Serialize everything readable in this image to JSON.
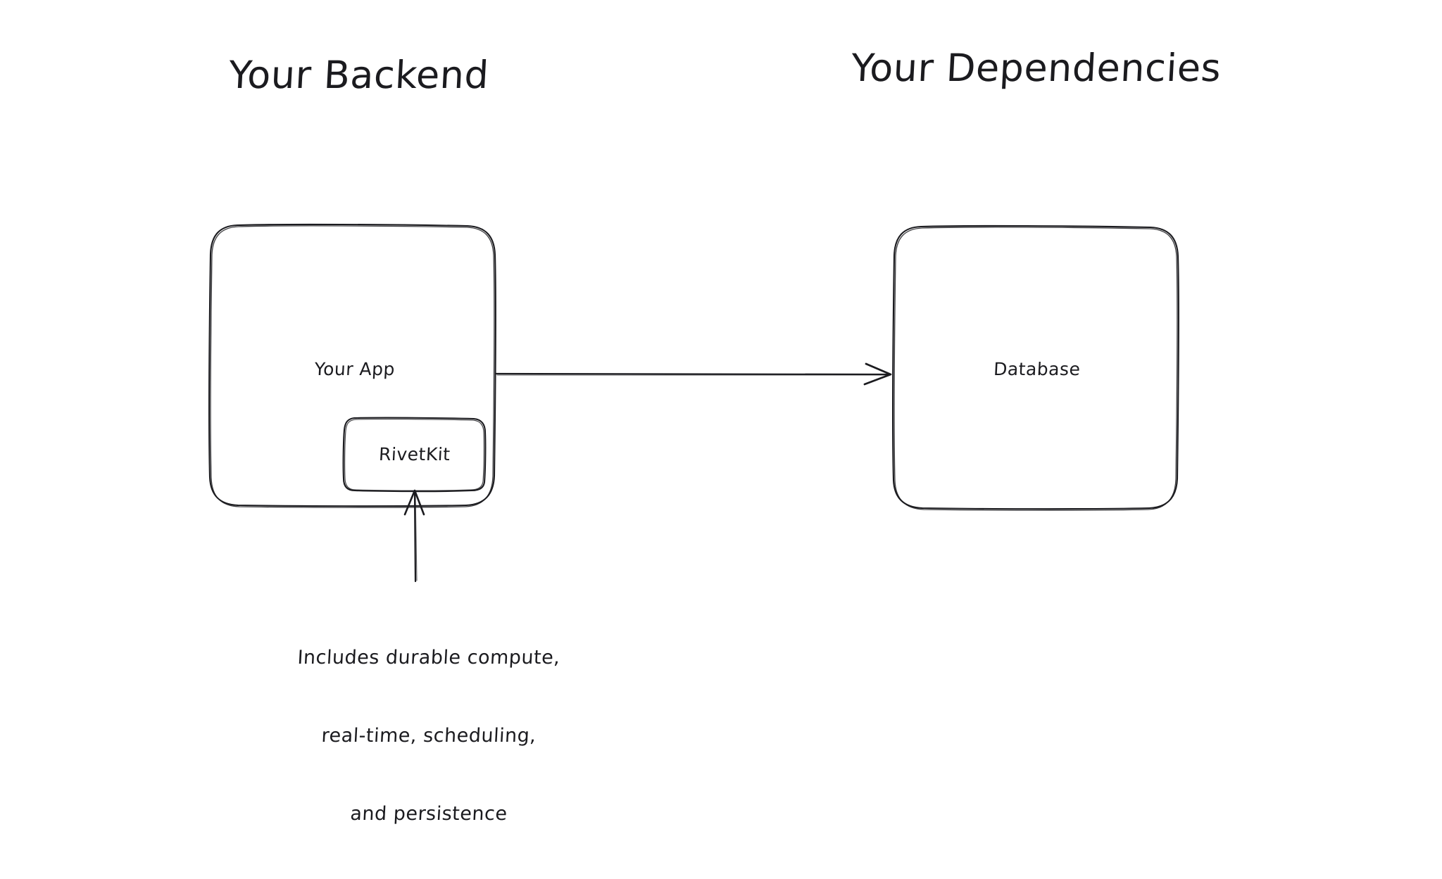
{
  "diagram": {
    "title_left": "Your Backend",
    "title_right": "Your Dependencies",
    "background_color": "#ffffff",
    "stroke_color": "#1b1b1f",
    "text_color": "#1b1b1f",
    "style": "hand-drawn-sketch"
  },
  "nodes": {
    "app": {
      "label": "Your App"
    },
    "rivetkit": {
      "label": "RivetKit"
    },
    "database": {
      "label": "Database"
    }
  },
  "annotation": {
    "line1": "Includes durable compute,",
    "line2": "real-time, scheduling,",
    "line3": "and persistence"
  },
  "edges": {
    "app_to_database": {
      "label": "",
      "direction": "right"
    },
    "annotation_to_rivetkit": {
      "label": "",
      "direction": "up"
    }
  }
}
